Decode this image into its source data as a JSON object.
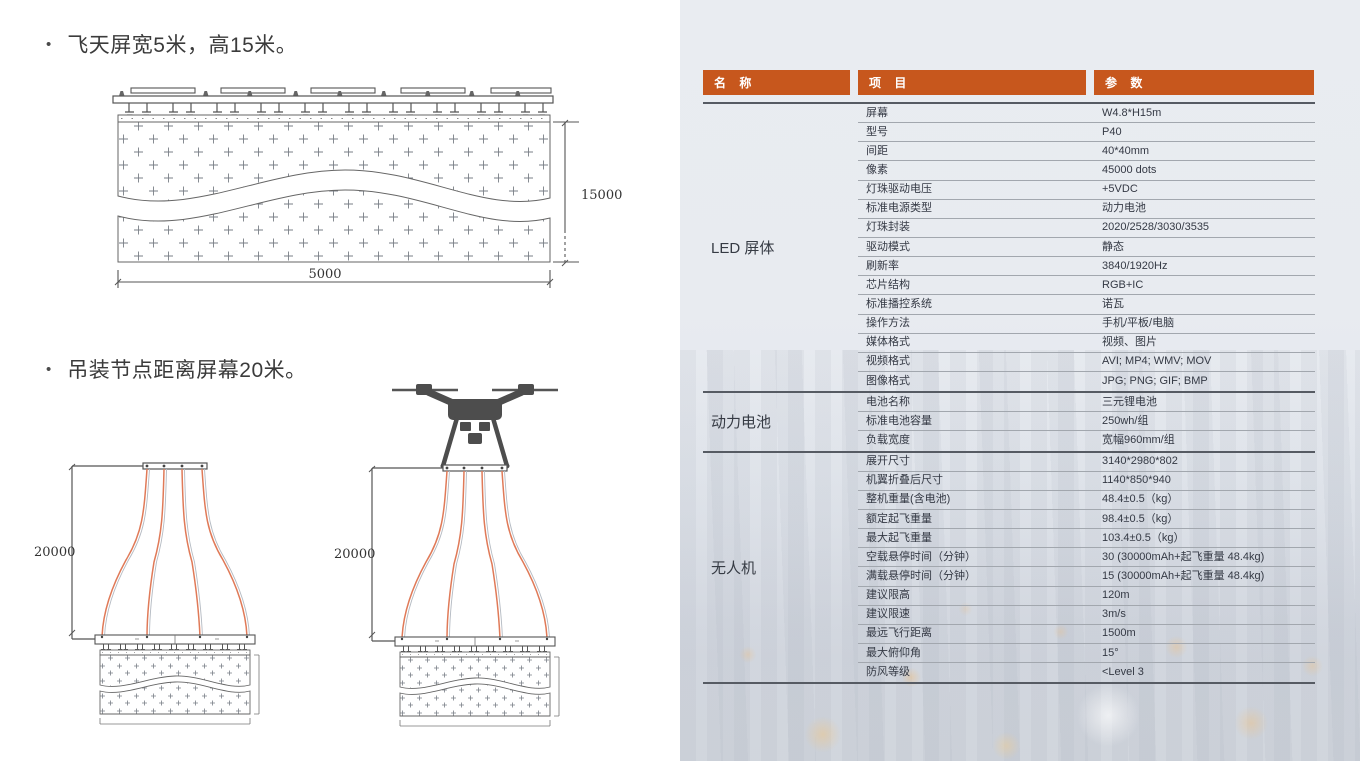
{
  "slide": {
    "bullets": [
      {
        "marker": "•",
        "text": "飞天屏宽5米，高15米。"
      },
      {
        "marker": "•",
        "text": "吊装节点距离屏幕20米。"
      }
    ]
  },
  "diagrams": {
    "screen_front": {
      "width_label": "5000",
      "height_label": "15000"
    },
    "hoist_left": {
      "height_label": "20000"
    },
    "hoist_right": {
      "height_label": "20000"
    }
  },
  "colors": {
    "accent_orange": "#C7571D",
    "cable_orange": "#E07A58",
    "drone_gray": "#4D4D4D",
    "line_dark": "#565B63",
    "line_light": "#A2A7AE"
  },
  "table": {
    "headers": {
      "name": "名 称",
      "item": "项 目",
      "param": "参 数"
    },
    "sections": [
      {
        "name": "LED 屏体",
        "rows": [
          {
            "item": "屏幕",
            "param": "W4.8*H15m"
          },
          {
            "item": "型号",
            "param": "P40"
          },
          {
            "item": "间距",
            "param": "40*40mm"
          },
          {
            "item": "像素",
            "param": "45000 dots"
          },
          {
            "item": "灯珠驱动电压",
            "param": "+5VDC"
          },
          {
            "item": "标准电源类型",
            "param": "动力电池"
          },
          {
            "item": "灯珠封装",
            "param": "2020/2528/3030/3535"
          },
          {
            "item": "驱动模式",
            "param": "静态"
          },
          {
            "item": "刷新率",
            "param": "3840/1920Hz"
          },
          {
            "item": "芯片结构",
            "param": "RGB+IC"
          },
          {
            "item": "标准播控系统",
            "param": "诺瓦"
          },
          {
            "item": "操作方法",
            "param": "手机/平板/电脑"
          },
          {
            "item": "媒体格式",
            "param": "视频、图片"
          },
          {
            "item": "视频格式",
            "param": "AVI; MP4; WMV; MOV"
          },
          {
            "item": "图像格式",
            "param": "JPG; PNG; GIF; BMP"
          }
        ]
      },
      {
        "name": "动力电池",
        "rows": [
          {
            "item": "电池名称",
            "param": "三元锂电池"
          },
          {
            "item": "标准电池容量",
            "param": "250wh/组"
          },
          {
            "item": "负载宽度",
            "param": "宽幅960mm/组"
          }
        ]
      },
      {
        "name": "无人机",
        "rows": [
          {
            "item": "展开尺寸",
            "param": "3140*2980*802"
          },
          {
            "item": "机翼折叠后尺寸",
            "param": "1140*850*940"
          },
          {
            "item": "整机重量(含电池)",
            "param": "48.4±0.5（kg）"
          },
          {
            "item": "额定起飞重量",
            "param": "98.4±0.5（kg）"
          },
          {
            "item": "最大起飞重量",
            "param": "103.4±0.5（kg）"
          },
          {
            "item": "空载悬停时间（分钟）",
            "param": "30 (30000mAh+起飞重量 48.4kg)"
          },
          {
            "item": "满载悬停时间（分钟）",
            "param": "15 (30000mAh+起飞重量 48.4kg)"
          },
          {
            "item": "建议限高",
            "param": "120m"
          },
          {
            "item": "建议限速",
            "param": "3m/s"
          },
          {
            "item": "最远飞行距离",
            "param": "1500m"
          },
          {
            "item": "最大俯仰角",
            "param": "15°"
          },
          {
            "item": "防风等级",
            "param": "<Level 3"
          }
        ]
      }
    ]
  }
}
